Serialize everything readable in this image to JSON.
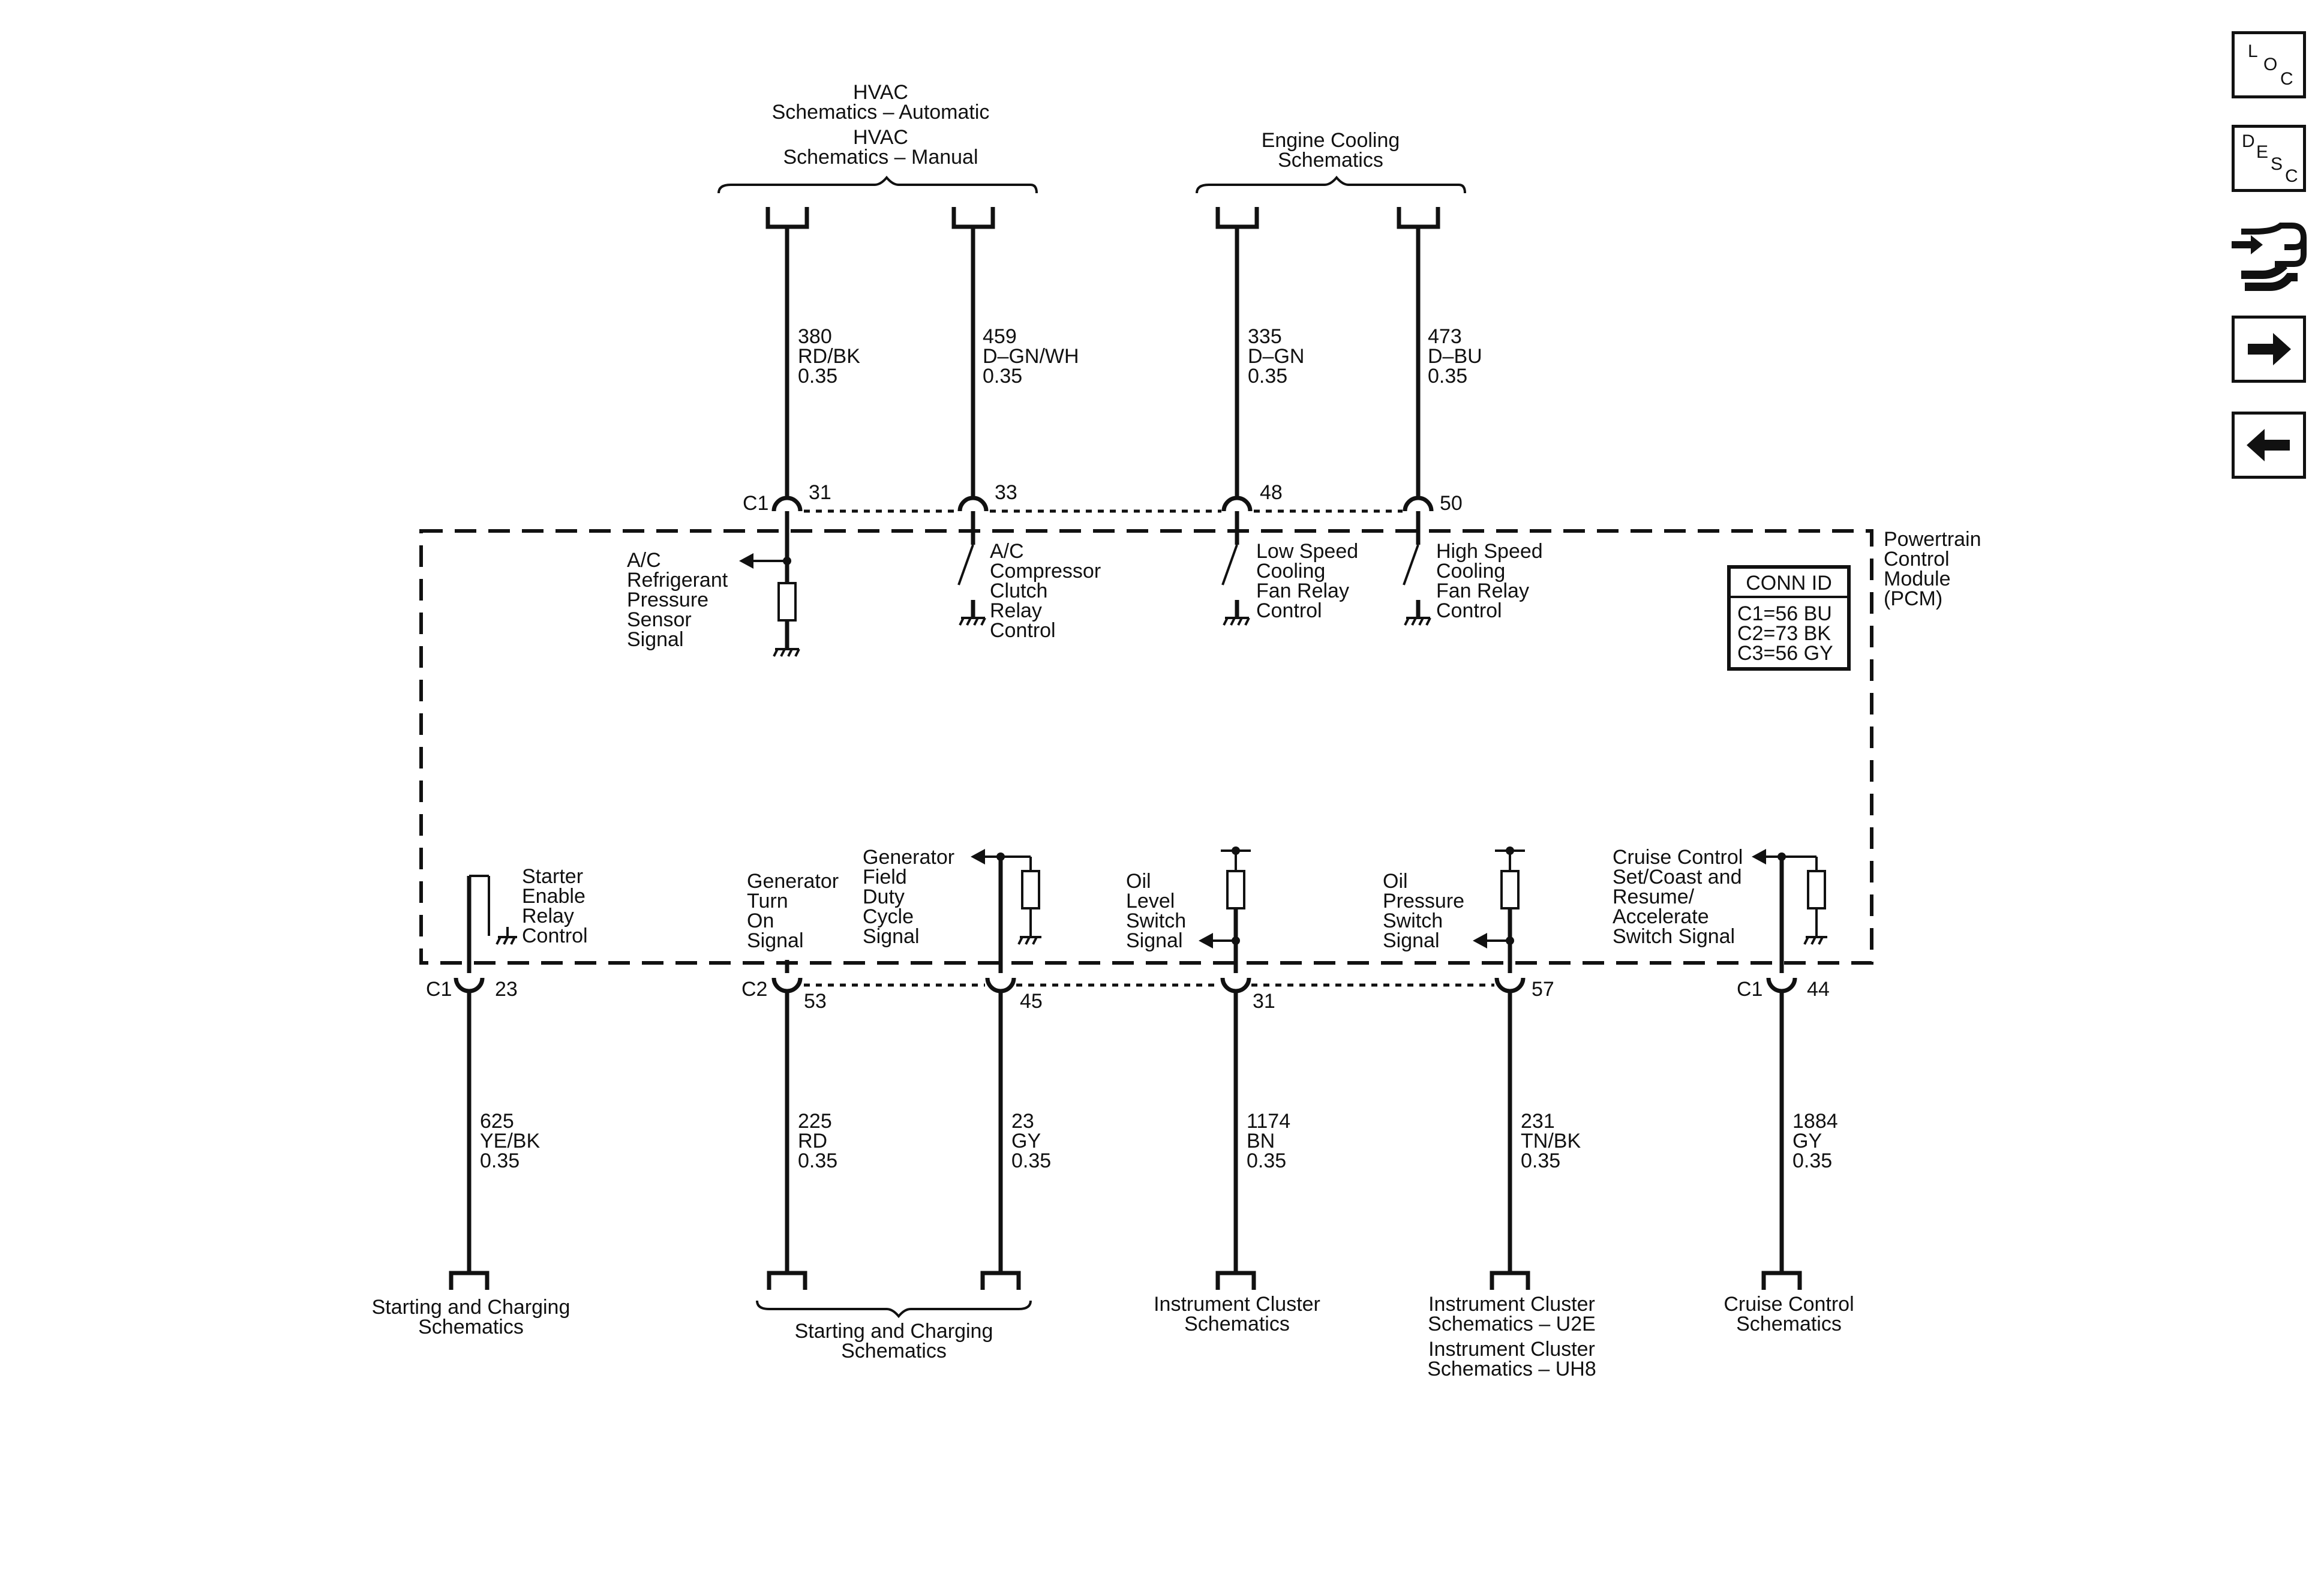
{
  "module": {
    "name_lines": [
      "Powertrain",
      "Control",
      "Module",
      "(PCM)"
    ],
    "conn_id_title": "CONN ID",
    "conn_ids": [
      "C1=56 BU",
      "C2=73 BK",
      "C3=56 GY"
    ]
  },
  "top_destinations": {
    "hvac": [
      "HVAC",
      "Schematics – Automatic",
      "HVAC",
      "Schematics – Manual"
    ],
    "engine_cooling": [
      "Engine Cooling",
      "Schematics"
    ]
  },
  "top_circuits": [
    {
      "circuit": "380",
      "color": "RD/BK",
      "gauge": "0.35",
      "connector": "C1",
      "pin": "31",
      "function": [
        "A/C",
        "Refrigerant",
        "Pressure",
        "Sensor",
        "Signal"
      ]
    },
    {
      "circuit": "459",
      "color": "D–GN/WH",
      "gauge": "0.35",
      "connector": "",
      "pin": "33",
      "function": [
        "A/C",
        "Compressor",
        "Clutch",
        "Relay",
        "Control"
      ]
    },
    {
      "circuit": "335",
      "color": "D–GN",
      "gauge": "0.35",
      "connector": "",
      "pin": "48",
      "function": [
        "Low Speed",
        "Cooling",
        "Fan Relay",
        "Control"
      ]
    },
    {
      "circuit": "473",
      "color": "D–BU",
      "gauge": "0.35",
      "connector": "",
      "pin": "50",
      "function": [
        "High Speed",
        "Cooling",
        "Fan Relay",
        "Control"
      ]
    }
  ],
  "bottom_circuits": [
    {
      "circuit": "625",
      "color": "YE/BK",
      "gauge": "0.35",
      "connector": "C1",
      "pin": "23",
      "function": [
        "Starter",
        "Enable",
        "Relay",
        "Control"
      ]
    },
    {
      "circuit": "225",
      "color": "RD",
      "gauge": "0.35",
      "connector": "C2",
      "pin": "53",
      "function": [
        "Generator",
        "Turn",
        "On",
        "Signal"
      ]
    },
    {
      "circuit": "23",
      "color": "GY",
      "gauge": "0.35",
      "connector": "",
      "pin": "45",
      "function": [
        "Generator",
        "Field",
        "Duty",
        "Cycle",
        "Signal"
      ]
    },
    {
      "circuit": "1174",
      "color": "BN",
      "gauge": "0.35",
      "connector": "",
      "pin": "31",
      "function": [
        "Oil",
        "Level",
        "Switch",
        "Signal"
      ]
    },
    {
      "circuit": "231",
      "color": "TN/BK",
      "gauge": "0.35",
      "connector": "",
      "pin": "57",
      "function": [
        "Oil",
        "Pressure",
        "Switch",
        "Signal"
      ]
    },
    {
      "circuit": "1884",
      "color": "GY",
      "gauge": "0.35",
      "connector": "C1",
      "pin": "44",
      "function": [
        "Cruise Control",
        "Set/Coast and",
        "Resume/",
        "Accelerate",
        "Switch Signal"
      ]
    }
  ],
  "bottom_destinations": {
    "starting_charging_1": [
      "Starting and Charging",
      "Schematics"
    ],
    "starting_charging_2": [
      "Starting and Charging",
      "Schematics"
    ],
    "instrument_cluster": [
      "Instrument Cluster",
      "Schematics"
    ],
    "instrument_cluster_u2e_uh8": [
      "Instrument Cluster",
      "Schematics – U2E",
      "Instrument Cluster",
      "Schematics – UH8"
    ],
    "cruise_control": [
      "Cruise Control",
      "Schematics"
    ]
  },
  "nav_buttons": {
    "loc": [
      "L",
      "O",
      "C"
    ],
    "desc": [
      "D",
      "E",
      "S",
      "C"
    ],
    "icons": [
      "wiring-harness-icon",
      "arrow-right-icon",
      "arrow-left-icon"
    ]
  }
}
